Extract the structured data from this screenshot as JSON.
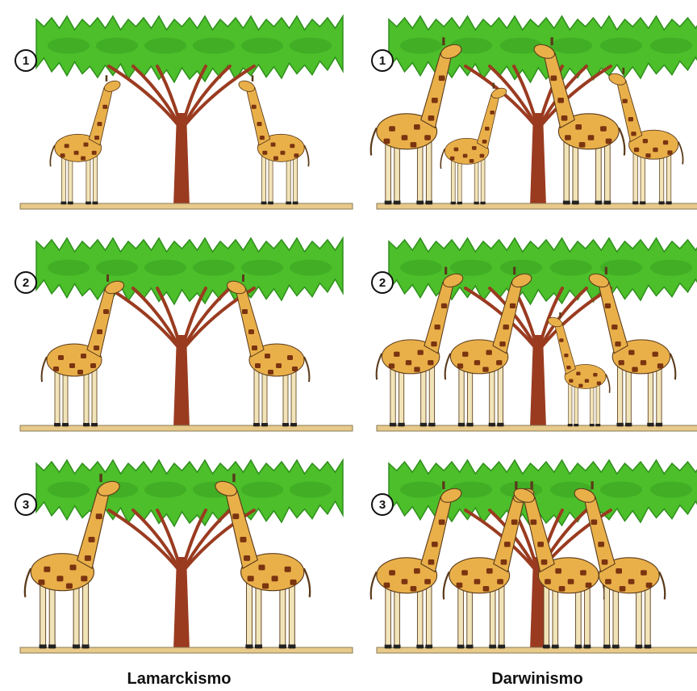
{
  "columns": [
    {
      "id": "lamarck",
      "label": "Lamarckismo",
      "panels": [
        {
          "number": "1",
          "giraffes": 2
        },
        {
          "number": "2",
          "giraffes": 2
        },
        {
          "number": "3",
          "giraffes": 2
        }
      ]
    },
    {
      "id": "darwin",
      "label": "Darwinismo",
      "panels": [
        {
          "number": "1",
          "giraffes": 4
        },
        {
          "number": "2",
          "giraffes": 4
        },
        {
          "number": "3",
          "giraffes": 4
        }
      ]
    }
  ],
  "colors": {
    "canopy": "#4cbf2a",
    "canopy_dark": "#2f8f1c",
    "trunk": "#9a3b20",
    "ground": "#e7c98a",
    "ground_edge": "#8a7a55",
    "giraffe_body": "#e9b04a",
    "giraffe_spot": "#7a3410",
    "giraffe_leg": "#f1e4b8"
  },
  "icons": [
    "numbered-circle-icon",
    "giraffe-icon",
    "tree-icon"
  ]
}
